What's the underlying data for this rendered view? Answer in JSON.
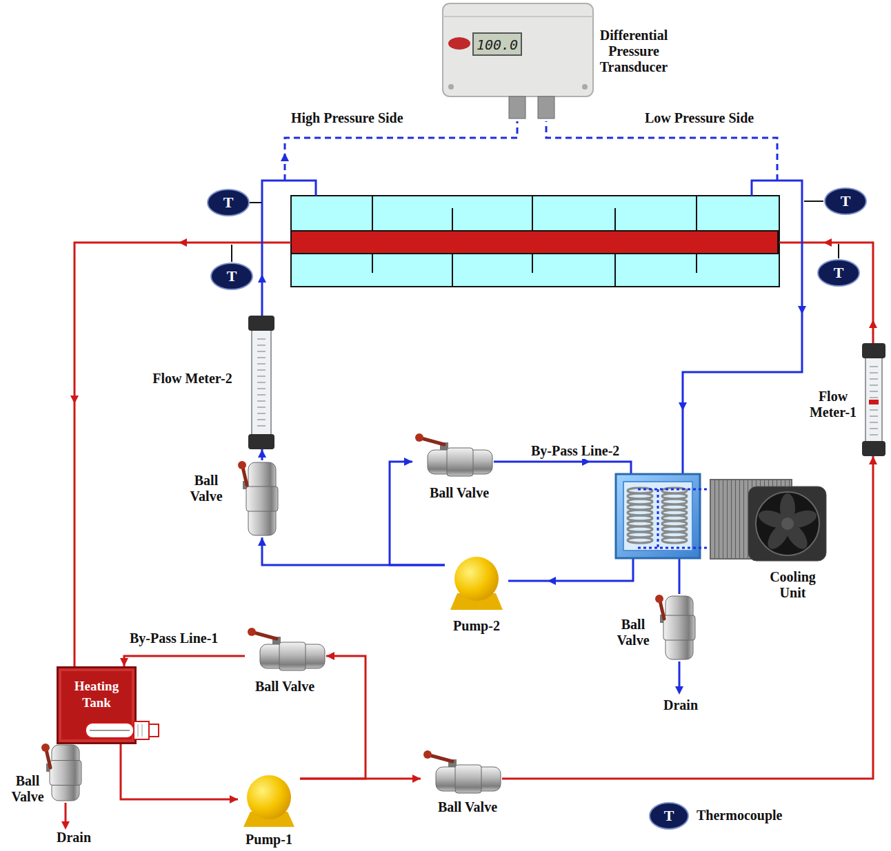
{
  "diagram": {
    "nodes": [
      {
        "text": [
          "100.0",
          "Differential Pressure Transducer"
        ]
      },
      {
        "text": [
          "T"
        ]
      },
      {
        "text": [
          "T"
        ]
      },
      {
        "text": [
          "T"
        ]
      },
      {
        "text": [
          "T"
        ]
      },
      {
        "text": [
          "Flow Meter-2"
        ]
      },
      {
        "text": [
          "Flow Meter-1"
        ]
      },
      {
        "text": [
          "Ball Valve"
        ]
      },
      {
        "text": [
          "Ball Valve"
        ]
      },
      {
        "text": [
          "Pump-2"
        ]
      },
      {
        "text": [
          "Cooling Unit"
        ]
      },
      {
        "text": [
          "Ball Valve"
        ]
      },
      {
        "text": [
          "Heating Tank"
        ]
      },
      {
        "text": [
          "Ball Valve"
        ]
      },
      {
        "text": [
          "Ball Valve"
        ]
      },
      {
        "text": [
          "Pump-1"
        ]
      },
      {
        "text": [
          "Ball Valve"
        ]
      }
    ],
    "edges": [
      {
        "from": 12,
        "to": 15,
        "arrow": "to"
      },
      {
        "from": 15,
        "to": 16,
        "arrow": "to"
      },
      {
        "from": 16,
        "to": 6,
        "arrow": "to"
      },
      {
        "from": 15,
        "to": 13,
        "arrow": "to"
      },
      {
        "from": 13,
        "to": 12,
        "arrow": "to",
        "label": "By-Pass Line-1"
      },
      {
        "from": 9,
        "to": 7,
        "arrow": "to"
      },
      {
        "from": 7,
        "to": 5,
        "arrow": "to"
      },
      {
        "from": 9,
        "to": 8,
        "arrow": "to"
      }
    ],
    "labels": [
      "High Pressure Side",
      "Low Pressure Side",
      "By-Pass Line-2",
      "Drain",
      "Drain",
      "T"
    ],
    "legend": [
      {
        "text": "Thermocouple"
      }
    ]
  }
}
